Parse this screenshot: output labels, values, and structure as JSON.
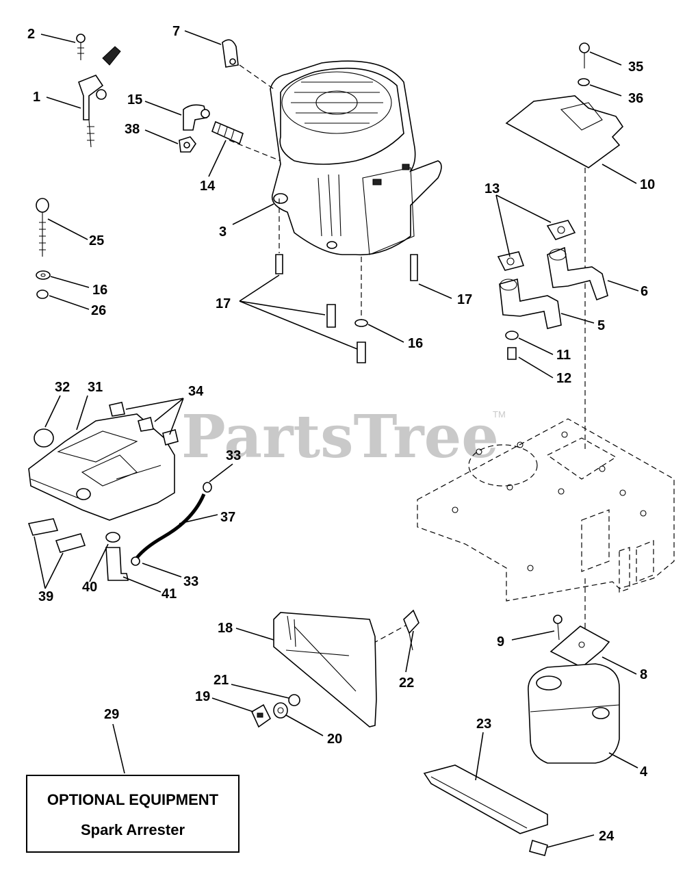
{
  "watermark": {
    "brand": "PartsTree",
    "trademark": "TM"
  },
  "callouts": {
    "c1": "1",
    "c2": "2",
    "c3": "3",
    "c4": "4",
    "c5": "5",
    "c6": "6",
    "c7": "7",
    "c8": "8",
    "c9": "9",
    "c10": "10",
    "c11": "11",
    "c12": "12",
    "c13": "13",
    "c14": "14",
    "c15": "15",
    "c16a": "16",
    "c16b": "16",
    "c17a": "17",
    "c17b": "17",
    "c18": "18",
    "c19": "19",
    "c20": "20",
    "c21": "21",
    "c22": "22",
    "c23": "23",
    "c24": "24",
    "c25": "25",
    "c26": "26",
    "c29": "29",
    "c31": "31",
    "c32": "32",
    "c33a": "33",
    "c33b": "33",
    "c34": "34",
    "c35": "35",
    "c36": "36",
    "c37": "37",
    "c38": "38",
    "c39": "39",
    "c40": "40",
    "c41": "41"
  },
  "optional_box": {
    "title": "OPTIONAL EQUIPMENT",
    "subtitle": "Spark Arrester"
  },
  "colors": {
    "ink": "#000000",
    "watermark": "#c9c9c9",
    "background": "#ffffff"
  }
}
